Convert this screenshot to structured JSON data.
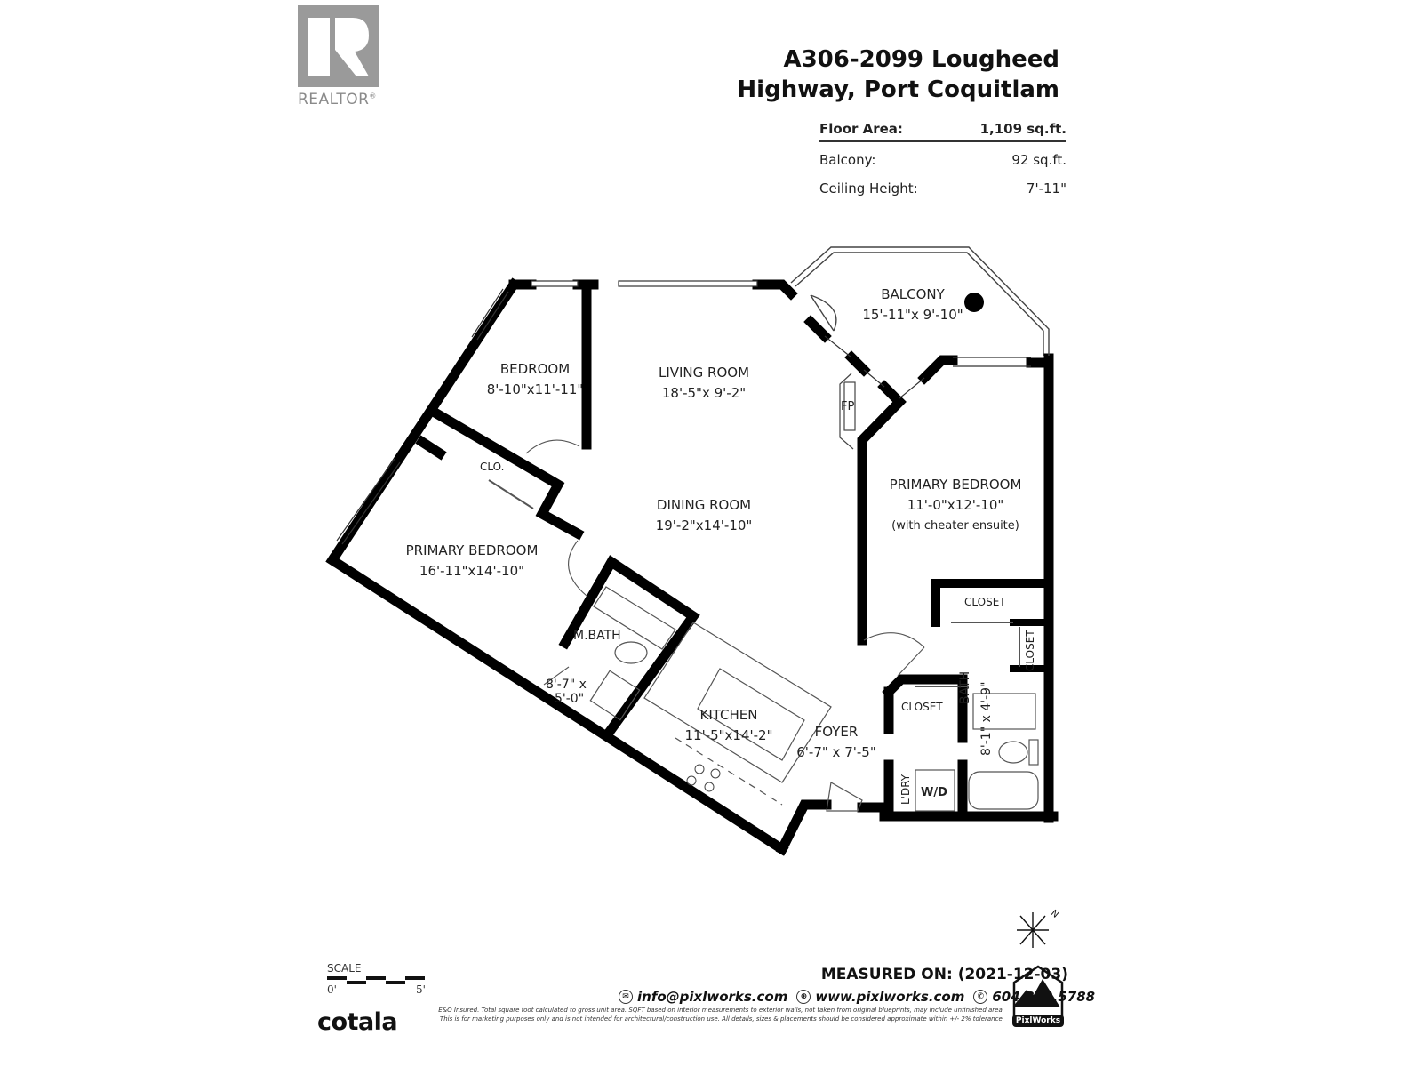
{
  "realtor_logo": {
    "icon": "realtor-r-logo",
    "text": "REALTOR",
    "mark": "®"
  },
  "header": {
    "title_line1": "A306-2099 Lougheed",
    "title_line2": "Highway, Port Coquitlam"
  },
  "specs": [
    {
      "label": "Floor Area:",
      "value": "1,109 sq.ft."
    },
    {
      "label": "Balcony:",
      "value": "92 sq.ft."
    },
    {
      "label": "Ceiling Height:",
      "value": "7'-11\""
    }
  ],
  "rooms": {
    "balcony": {
      "name": "BALCONY",
      "dims": "15'-11\"x 9'-10\""
    },
    "bedroom": {
      "name": "BEDROOM",
      "dims": "8'-10\"x11'-11\""
    },
    "living_room": {
      "name": "LIVING ROOM",
      "dims": "18'-5\"x 9'-2\""
    },
    "dining_room": {
      "name": "DINING ROOM",
      "dims": "19'-2\"x14'-10\""
    },
    "primary_bedroom_left": {
      "name": "PRIMARY BEDROOM",
      "dims": "16'-11\"x14'-10\""
    },
    "primary_bedroom_right": {
      "name": "PRIMARY BEDROOM",
      "dims": "11'-0\"x12'-10\"",
      "note": "(with cheater ensuite)"
    },
    "m_bath": {
      "name": "M.BATH",
      "dims_line1": "8'-7\" x",
      "dims_line2": "5'-0\""
    },
    "kitchen": {
      "name": "KITCHEN",
      "dims": "11'-5\"x14'-2\""
    },
    "foyer": {
      "name": "FOYER",
      "dims": "6'-7\" x 7'-5\""
    },
    "bath": {
      "name": "BATH",
      "dims": "8'-1\" x 4'-9\""
    }
  },
  "fixtures": {
    "clo": "CLO.",
    "fp": "FP",
    "closet_top": "CLOSET",
    "closet_vertical": "CLOSET",
    "closet_foyer": "CLOSET",
    "laundry": "L'DRY",
    "washer_dryer": "W/D"
  },
  "footer": {
    "scale_title": "SCALE",
    "scale_start": "0'",
    "scale_end": "5'",
    "brand": "cotala",
    "measured_on": "MEASURED ON: (2021-12-03)",
    "email": "info@pixlworks.com",
    "website": "www.pixlworks.com",
    "phone": "604.329.5788",
    "disclaimer_line1": "E&O Insured. Total square foot calculated to gross unit area. SQFT based on interior measurements to exterior walls, not taken from original blueprints, may include unfinished area.",
    "disclaimer_line2": "This is for marketing purposes only and is not intended for architectural/construction use. All details, sizes & placements should be considered approximate within +/- 2% tolerance.",
    "badge_text": "PixlWorks",
    "compass_label": "N"
  },
  "colors": {
    "wall": "#000000",
    "logo_gray": "#9a9a9a",
    "text": "#222222"
  }
}
